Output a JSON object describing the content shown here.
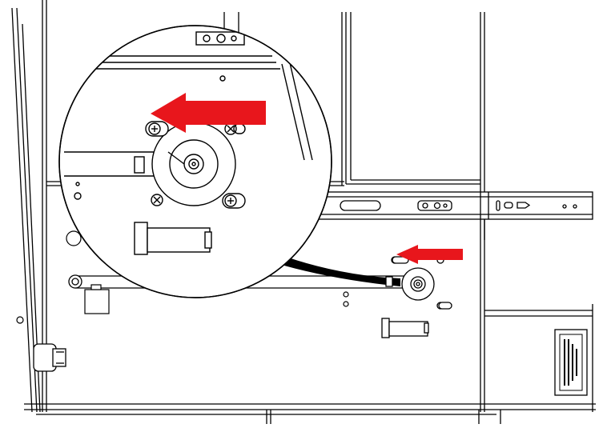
{
  "diagram": {
    "arrow_color": "#e8161c",
    "line_color": "#000000",
    "background": "#ffffff",
    "arrows": [
      {
        "id": "zoom-arrow",
        "direction": "left"
      },
      {
        "id": "detail-arrow",
        "direction": "left"
      }
    ],
    "icons": [
      "key-icon",
      "slide-rail",
      "idler-pulley",
      "roller",
      "warning-label"
    ],
    "warning_label": {
      "lines": [
        "",
        "",
        "",
        ""
      ]
    }
  }
}
